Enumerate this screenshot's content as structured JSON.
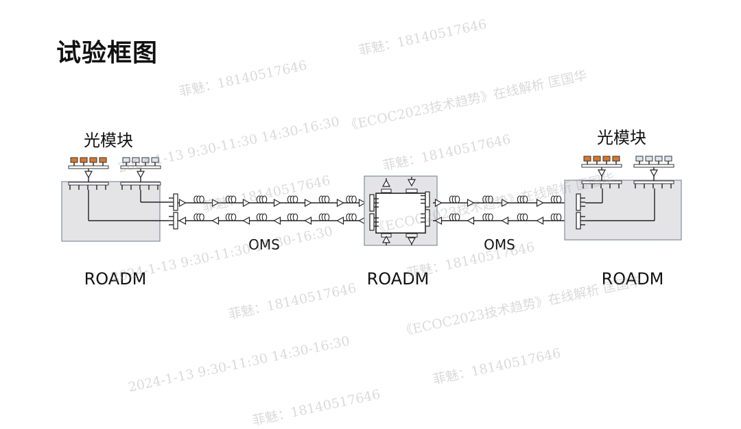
{
  "title": "试验框图",
  "labels": {
    "optical_module_left": "光模块",
    "optical_module_right": "光模块",
    "roadm_left": "ROADM",
    "roadm_center": "ROADM",
    "roadm_right": "ROADM",
    "oms_left": "OMS",
    "oms_right": "OMS"
  },
  "watermarks": {
    "contact": "菲魅：18140517646",
    "schedule": "2024-1-13  9:30-11:30   14:30-16:30",
    "event": "《ECOC2023技术趋势》在线解析  匡国华"
  },
  "colors": {
    "module_orange": "#d9772b",
    "module_blue": "#dbe6f1",
    "roadm_fill": "#e4e4e6",
    "roadm_border": "#7f8ea0"
  }
}
